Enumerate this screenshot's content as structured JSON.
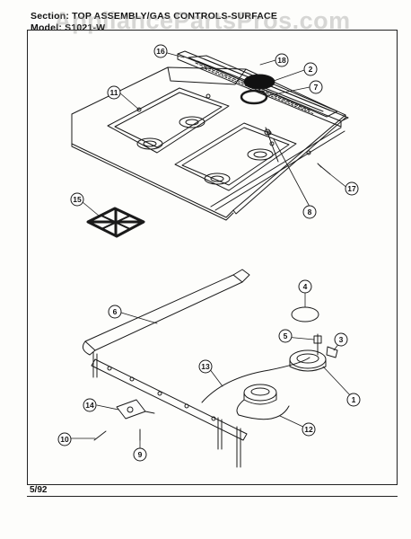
{
  "header": {
    "section_line": "Section:  TOP ASSEMBLY/GAS CONTROLS-SURFACE",
    "model_line": "Model:  S1021-W"
  },
  "watermark": "AppliancePartsPros.com",
  "page_number": "5/92",
  "callouts": [
    "16",
    "18",
    "2",
    "7",
    "11",
    "8",
    "17",
    "15",
    "4",
    "6",
    "5",
    "3",
    "13",
    "1",
    "14",
    "12",
    "10",
    "9"
  ]
}
